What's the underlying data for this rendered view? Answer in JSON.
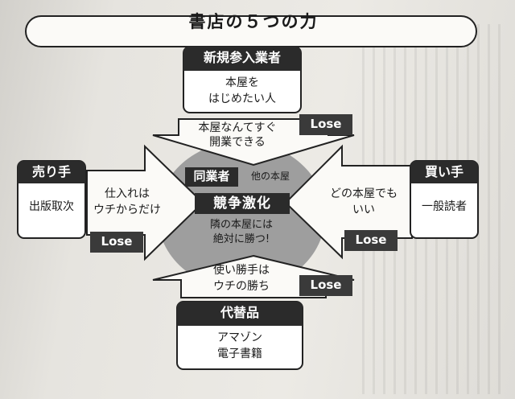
{
  "title": "書店の５つの力",
  "new_entrants": {
    "header": "新規参入業者",
    "body": [
      "本屋を",
      "はじめたい人"
    ]
  },
  "substitutes": {
    "header": "代替品",
    "body": [
      "アマゾン",
      "電子書籍"
    ]
  },
  "suppliers": {
    "header": "売り手",
    "body": "出版取次"
  },
  "buyers": {
    "header": "買い手",
    "body": "一般読者"
  },
  "competitors": {
    "label": "同業者",
    "note": "他の本屋",
    "main": "競争激化",
    "body": [
      "隣の本屋には",
      "絶対に勝つ!"
    ]
  },
  "arrows": {
    "top": [
      "本屋なんてすぐ",
      "開業できる"
    ],
    "bottom": [
      "使い勝手は",
      "ウチの勝ち"
    ],
    "left": [
      "仕入れは",
      "ウチからだけ"
    ],
    "right": [
      "どの本屋でも",
      "いい"
    ]
  },
  "lose_label": "Lose",
  "colors": {
    "header_fill": "#2b2b2b",
    "center_circle": "#9e9e9e",
    "lose_fill": "#3a3a3a",
    "box_fill": "#ffffff"
  }
}
